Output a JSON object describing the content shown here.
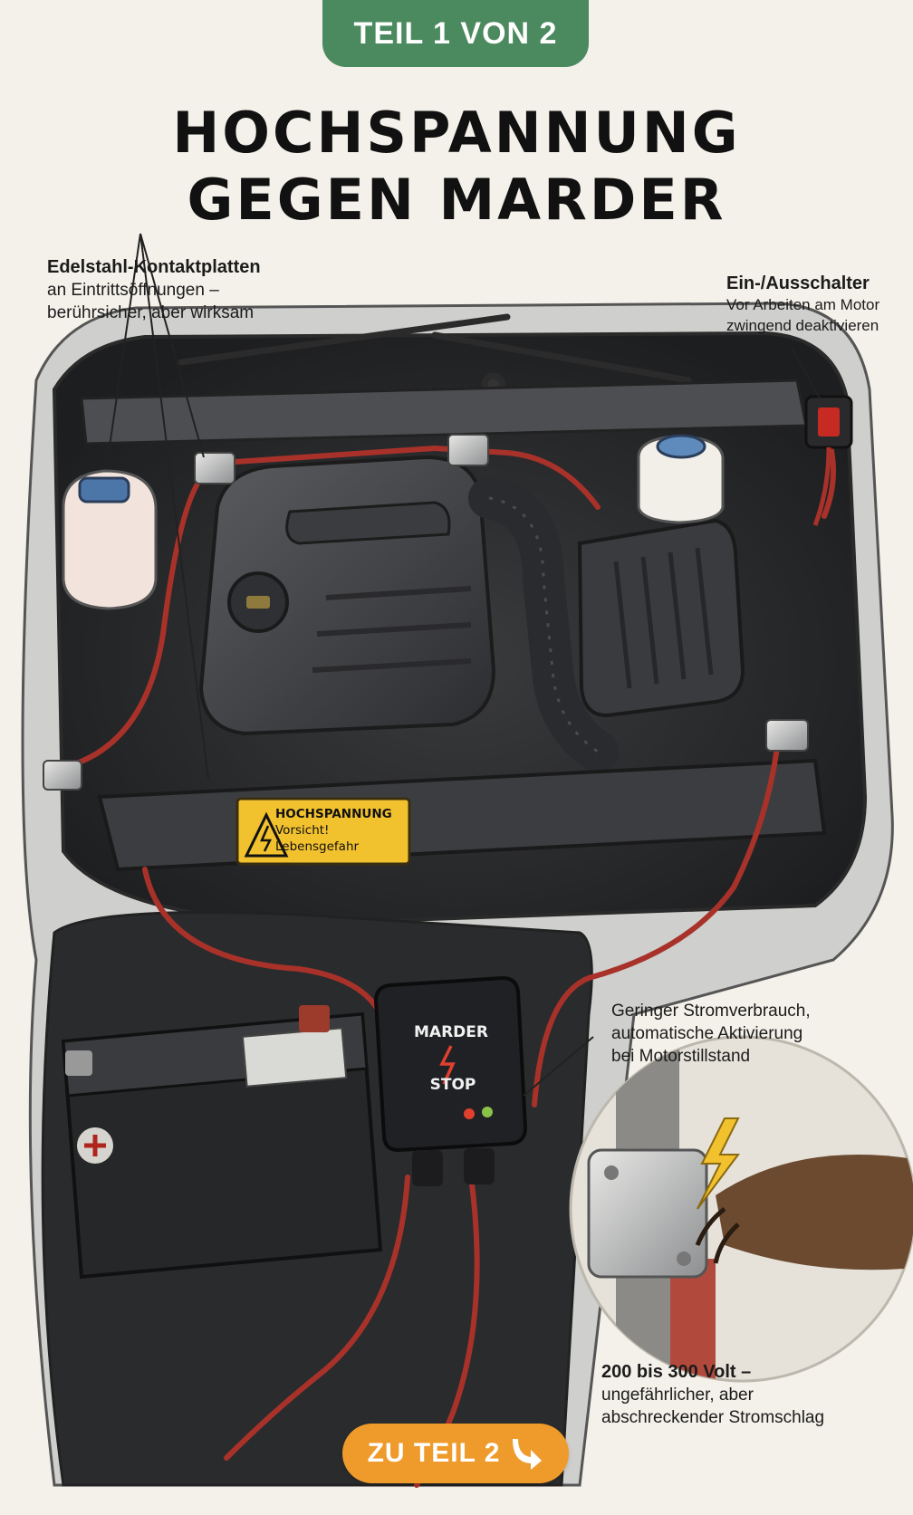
{
  "badge": {
    "text": "TEIL 1 VON 2"
  },
  "title": {
    "line1": "HOCHSPANNUNG",
    "line2": "GEGEN MARDER"
  },
  "annotations": {
    "plates": {
      "heading": "Edelstahl-Kontaktplatten",
      "line1": "an Eintrittsöffnungen –",
      "line2": "berührsicher, aber wirksam"
    },
    "switch": {
      "heading": "Ein-/Ausschalter",
      "line1": "Vor Arbeiten am Motor",
      "line2": "zwingend deaktivieren"
    },
    "power": {
      "line1": "Geringer Stromverbrauch,",
      "line2": "automatische Aktivierung",
      "line3": "bei Motorstillstand"
    },
    "voltage": {
      "heading": "200 bis 300 Volt –",
      "line1": "ungefährlicher, aber",
      "line2": "abschreckender Stromschlag"
    }
  },
  "warning_sign": {
    "line1": "HOCHSPANNUNG",
    "line2": "Vorsicht!",
    "line3": "Lebensgefahr"
  },
  "control_box": {
    "line1": "MARDER",
    "line2": "STOP"
  },
  "cta": {
    "label": "ZU TEIL 2",
    "icon": "arrow-down-right-icon"
  },
  "colors": {
    "badge": "#4a8a5e",
    "cta": "#ef9b2c",
    "cable": "#a8322a",
    "warning": "#f2c12e"
  }
}
